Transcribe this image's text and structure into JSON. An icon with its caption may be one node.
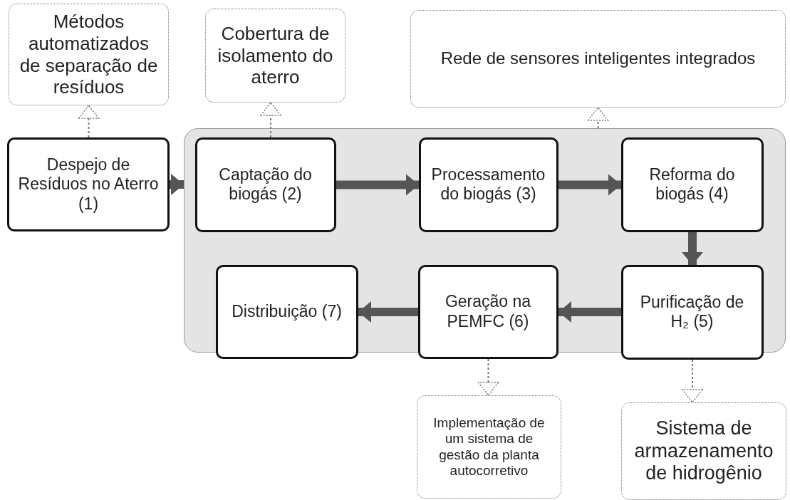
{
  "diagram": {
    "nodes": [
      {
        "text": [
          "Métodos automatizados de separação de resíduos"
        ]
      },
      {
        "text": [
          "Cobertura de isolamento do aterro"
        ]
      },
      {
        "text": [
          "Rede de sensores inteligentes integrados"
        ]
      },
      {
        "text": [
          "Despejo de Resíduos no Aterro (1)"
        ]
      },
      {
        "text": [],
        "shape": "box"
      },
      {
        "text": [
          "Captação do biogás (2)"
        ],
        "in": 4
      },
      {
        "text": [
          "Processamento do biogás (3)"
        ],
        "in": 4
      },
      {
        "text": [
          "Reforma do biogás (4)"
        ],
        "in": 4
      },
      {
        "text": [
          "Purificação de H₂ (5)"
        ],
        "in": 4
      },
      {
        "text": [
          "Geração na PEMFC (6)"
        ],
        "in": 4
      },
      {
        "text": [
          "Distribuição (7)"
        ],
        "in": 4
      },
      {
        "text": [
          "Implementação de um sistema de gestão da planta autocorretivo"
        ]
      },
      {
        "text": [
          "Sistema de armazenamento de hidrogênio"
        ]
      }
    ],
    "edges": [
      {
        "from": 3,
        "to": 0,
        "arrow": "to",
        "style": "dashed"
      },
      {
        "from": 5,
        "to": 1,
        "arrow": "to",
        "style": "dashed"
      },
      {
        "from": 4,
        "to": 2,
        "arrow": "to",
        "style": "dashed"
      },
      {
        "from": 3,
        "to": 4,
        "arrow": "to"
      },
      {
        "from": 5,
        "to": 6,
        "arrow": "to"
      },
      {
        "from": 6,
        "to": 7,
        "arrow": "to"
      },
      {
        "from": 7,
        "to": 8,
        "arrow": "to"
      },
      {
        "from": 8,
        "to": 9,
        "arrow": "to"
      },
      {
        "from": 9,
        "to": 10,
        "arrow": "to"
      },
      {
        "from": 9,
        "to": 11,
        "arrow": "to",
        "style": "dashed"
      },
      {
        "from": 8,
        "to": 12,
        "arrow": "to",
        "style": "dashed"
      }
    ]
  }
}
